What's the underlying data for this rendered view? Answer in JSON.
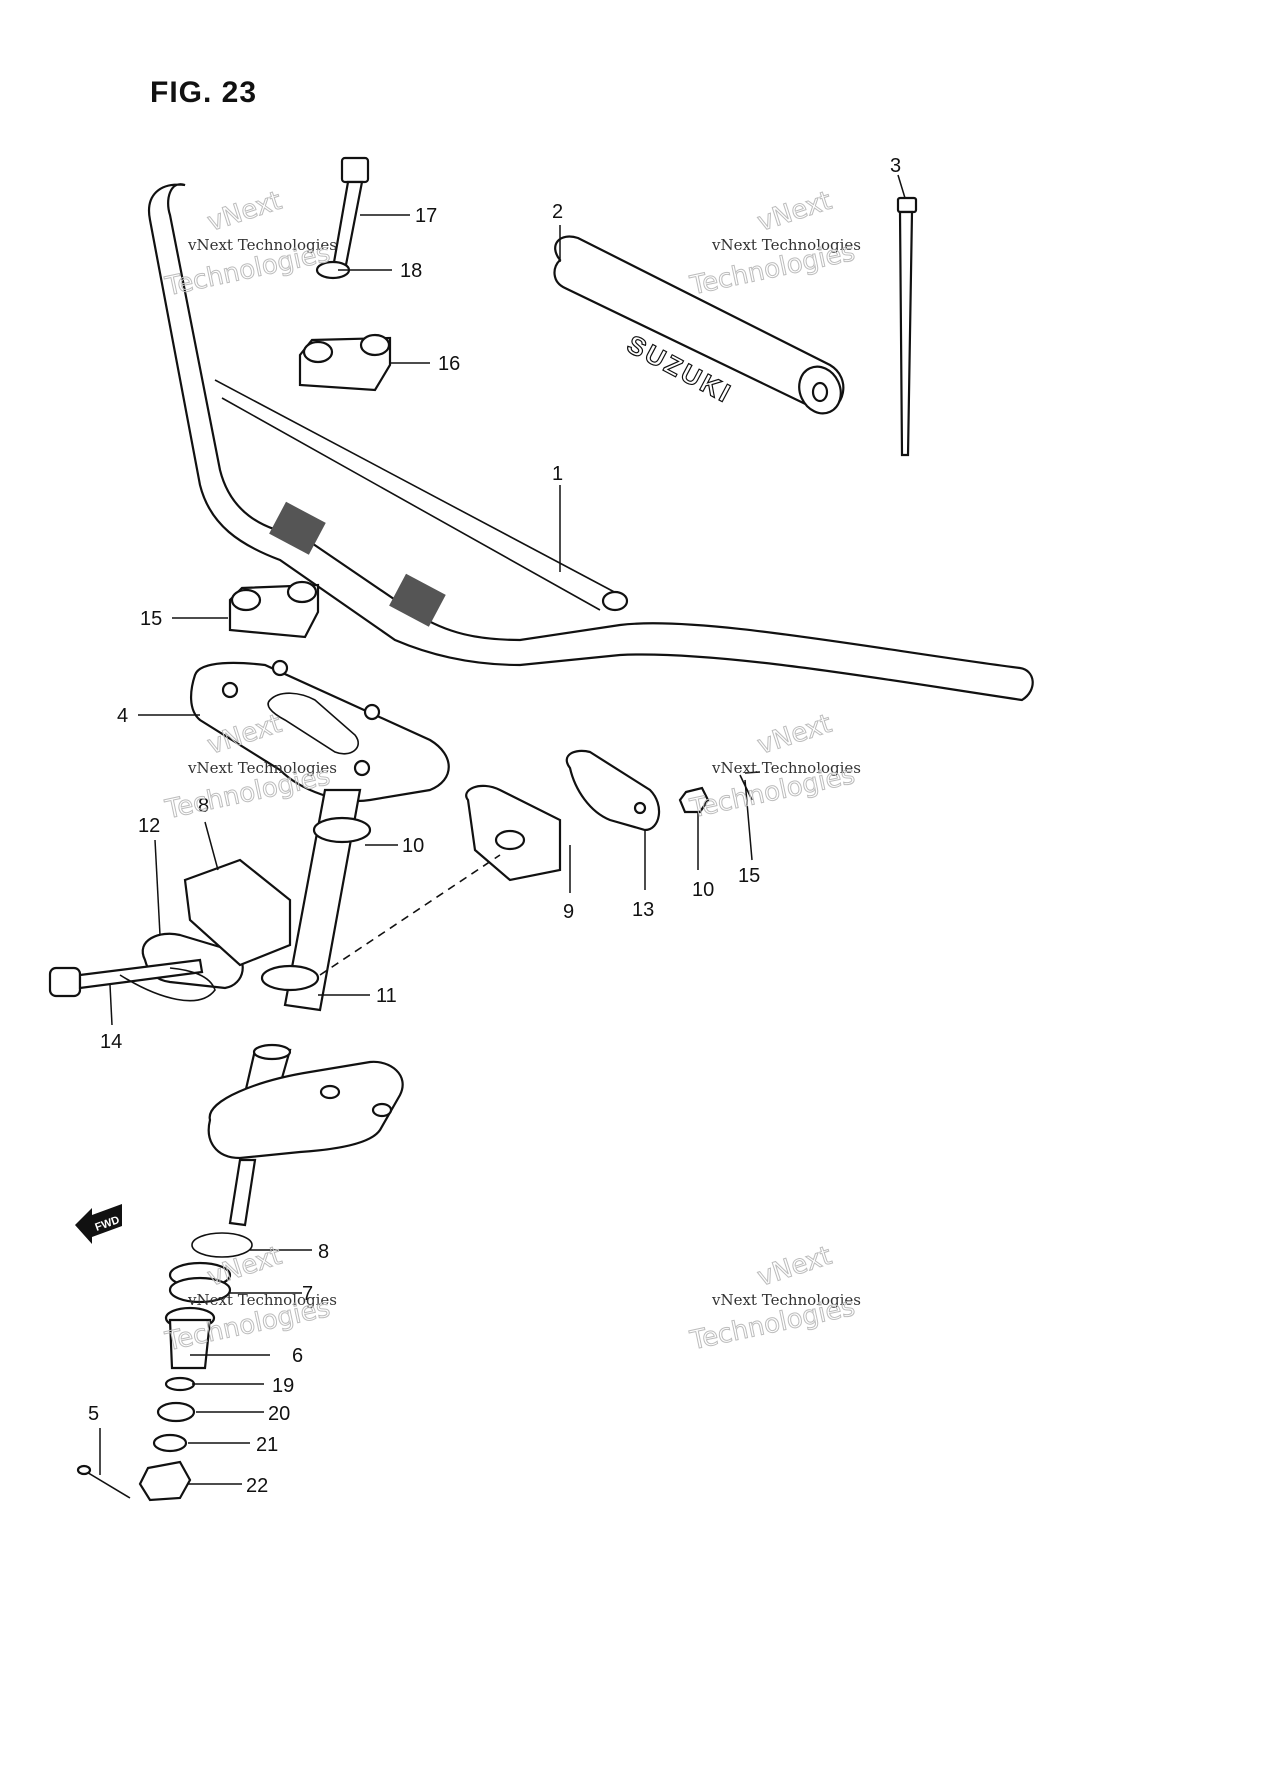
{
  "figure": {
    "title": "FIG. 23"
  },
  "grip_brand": "SUZUKI",
  "fwd_label": "FWD",
  "watermark": {
    "line1": "vNext Technologies",
    "line2": "Technologies",
    "line3": "vNext"
  },
  "callouts": [
    "1",
    "2",
    "3",
    "4",
    "5",
    "6",
    "7",
    "8",
    "8",
    "9",
    "10",
    "10",
    "11",
    "12",
    "13",
    "14",
    "15",
    "15",
    "16",
    "17",
    "18",
    "19",
    "20",
    "21",
    "22"
  ]
}
